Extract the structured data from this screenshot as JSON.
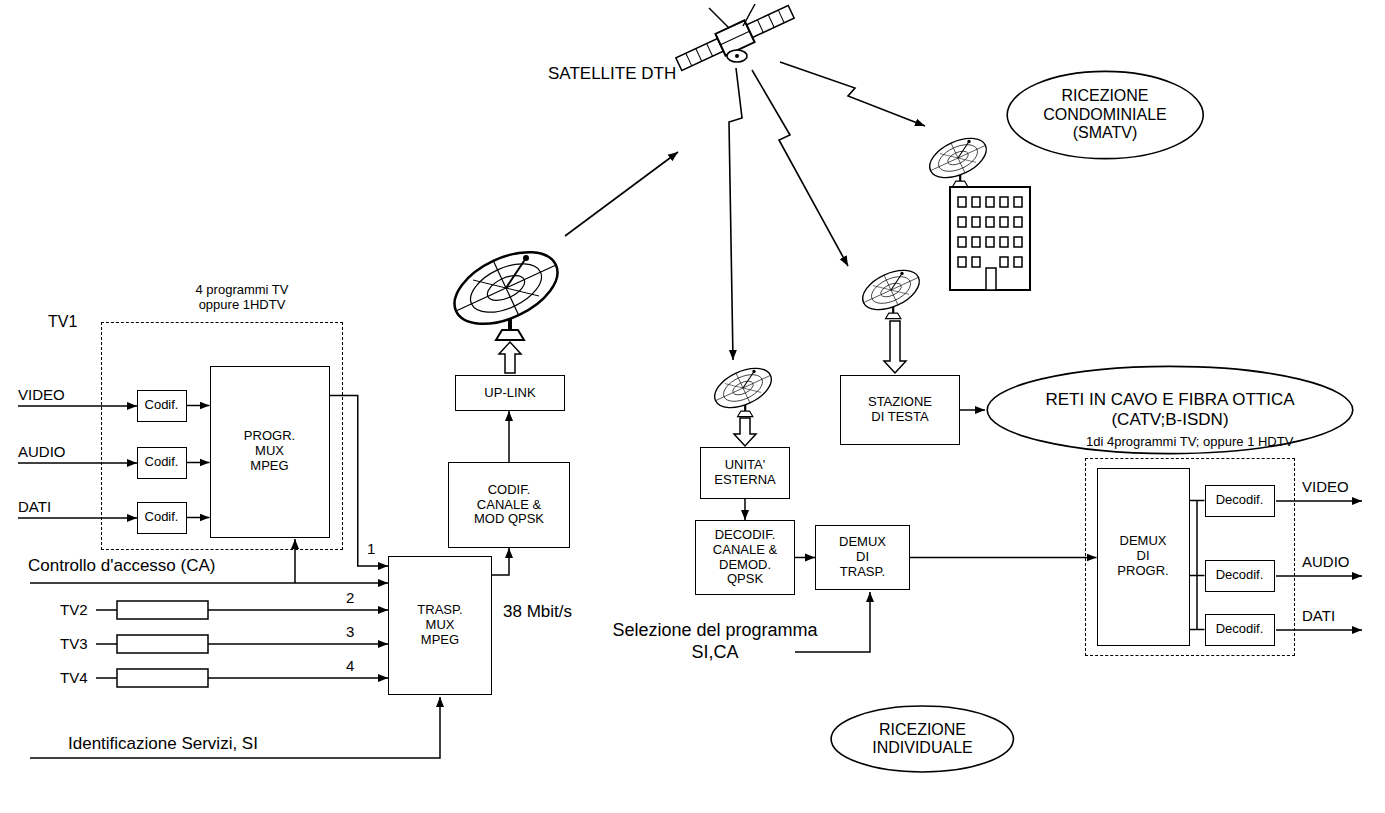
{
  "diagram": {
    "nodes": [
      {
        "text": [
          "4 programmi TV oppure 1HDTV"
        ]
      },
      {
        "text": [
          "Codif."
        ],
        "in": 0
      },
      {
        "text": [
          "Codif."
        ],
        "in": 0
      },
      {
        "text": [
          "Codif."
        ],
        "in": 0
      },
      {
        "text": [
          "PROGR. MUX MPEG"
        ],
        "in": 0
      },
      {
        "text": [
          "TRASP. MUX MPEG"
        ]
      },
      {
        "text": [
          "CODIF. CANALE & MOD QPSK"
        ]
      },
      {
        "text": [
          "UP-LINK"
        ]
      },
      {
        "text": [
          "RICEZIONE CONDOMINIALE (SMATV)"
        ]
      },
      {
        "text": [
          "STAZIONE DI TESTA"
        ]
      },
      {
        "text": [
          "RETI IN CAVO E FIBRA OTTICA (CATV;B-ISDN)"
        ]
      },
      {
        "text": [
          "UNITA' ESTERNA"
        ]
      },
      {
        "text": [
          "DECODIF. CANALE & DEMOD. QPSK"
        ]
      },
      {
        "text": [
          "DEMUX DI TRASP."
        ]
      },
      {
        "text": [
          "1di 4programmi TV; oppure 1 HDTV"
        ]
      },
      {
        "text": [
          "DEMUX DI PROGR."
        ],
        "in": 14
      },
      {
        "text": [
          "Decodif."
        ],
        "in": 14
      },
      {
        "text": [
          "Decodif."
        ],
        "in": 14
      },
      {
        "text": [
          "Decodif."
        ],
        "in": 14
      },
      {
        "text": [
          "RICEZIONE INDIVIDUALE"
        ]
      }
    ],
    "edges": [
      {
        "from": 1,
        "to": 4,
        "arrow": "to"
      },
      {
        "from": 2,
        "to": 4,
        "arrow": "to"
      },
      {
        "from": 3,
        "to": 4,
        "arrow": "to"
      },
      {
        "from": 4,
        "to": 5,
        "arrow": "to"
      },
      {
        "from": 5,
        "to": 6,
        "arrow": "to"
      },
      {
        "from": 6,
        "to": 7,
        "arrow": "to"
      },
      {
        "from": 9,
        "to": 10,
        "arrow": "to"
      },
      {
        "from": 11,
        "to": 12,
        "arrow": "to"
      },
      {
        "from": 12,
        "to": 13,
        "arrow": "to"
      },
      {
        "from": 13,
        "to": 15,
        "arrow": "to"
      },
      {
        "from": 15,
        "to": 16,
        "arrow": "none"
      },
      {
        "from": 15,
        "to": 17,
        "arrow": "none"
      },
      {
        "from": 15,
        "to": 18,
        "arrow": "none"
      }
    ],
    "labels": [
      "SATELLITE DTH",
      "TV1",
      "VIDEO",
      "AUDIO",
      "DATI",
      "Controllo d'accesso (CA)",
      "1",
      "2",
      "3",
      "4",
      "TV2",
      "TV3",
      "TV4",
      "38 Mbit/s",
      "Identificazione Servizi, SI",
      "Selezione del programma SI,CA",
      "VIDEO",
      "AUDIO",
      "DATI"
    ]
  }
}
